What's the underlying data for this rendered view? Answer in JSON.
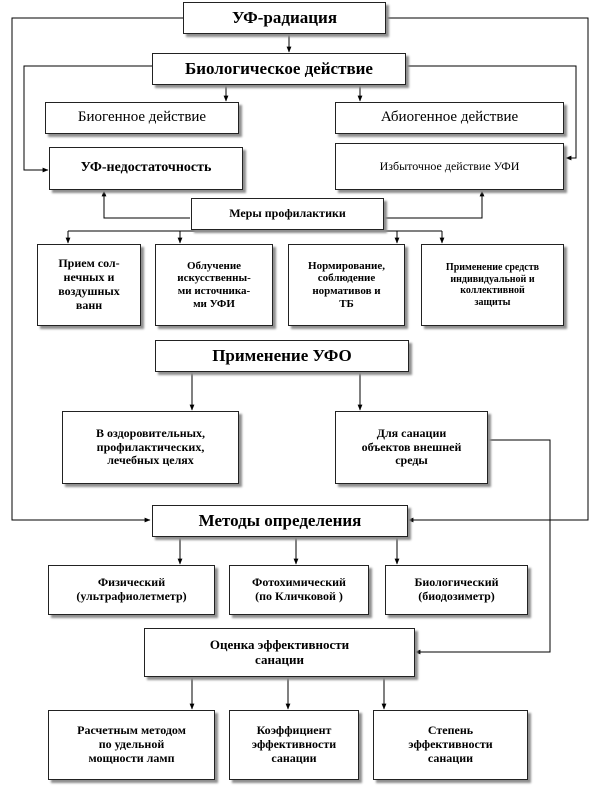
{
  "diagram": {
    "nodes": {
      "uv_radiation": "УФ-радиация",
      "biological_action": "Биологическое действие",
      "biogenic_action": "Биогенное действие",
      "abiogenic_action": "Абиогенное действие",
      "uv_deficiency": "УФ-недостаточность",
      "excess_uv": "Избыточное действие УФИ",
      "prevention": "Меры профилактики",
      "sun_air_baths": "Прием сол-\nнечных и\nвоздушных\nванн",
      "artificial_sources": "Облучение\nискусственны-\nми источника-\nми УФИ",
      "regulation": "Нормирование,\nсоблюдение\nнормативов и\nТБ",
      "protection_means": "Применение средств\nиндивидуальной и\nколлективной\nзащиты",
      "uv_application": "Применение УФО",
      "health_purposes": "В оздоровительных,\nпрофилактических,\nлечебных целях",
      "sanitation": "Для санации\nобъектов внешней\nсреды",
      "methods": "Методы определения",
      "physical": "Физический\n(ультрафиолетметр)",
      "photochemical": "Фотохимический\n(по Кличковой )",
      "biological": "Биологический\n(биодозиметр)",
      "efficiency": "Оценка эффективности\nсанации",
      "calc_method": "Расчетным методом\nпо удельной\nмощности ламп",
      "coefficient": "Коэффициент\nэффективности\nсанации",
      "degree": "Степень\nэффективности\nсанации"
    }
  }
}
